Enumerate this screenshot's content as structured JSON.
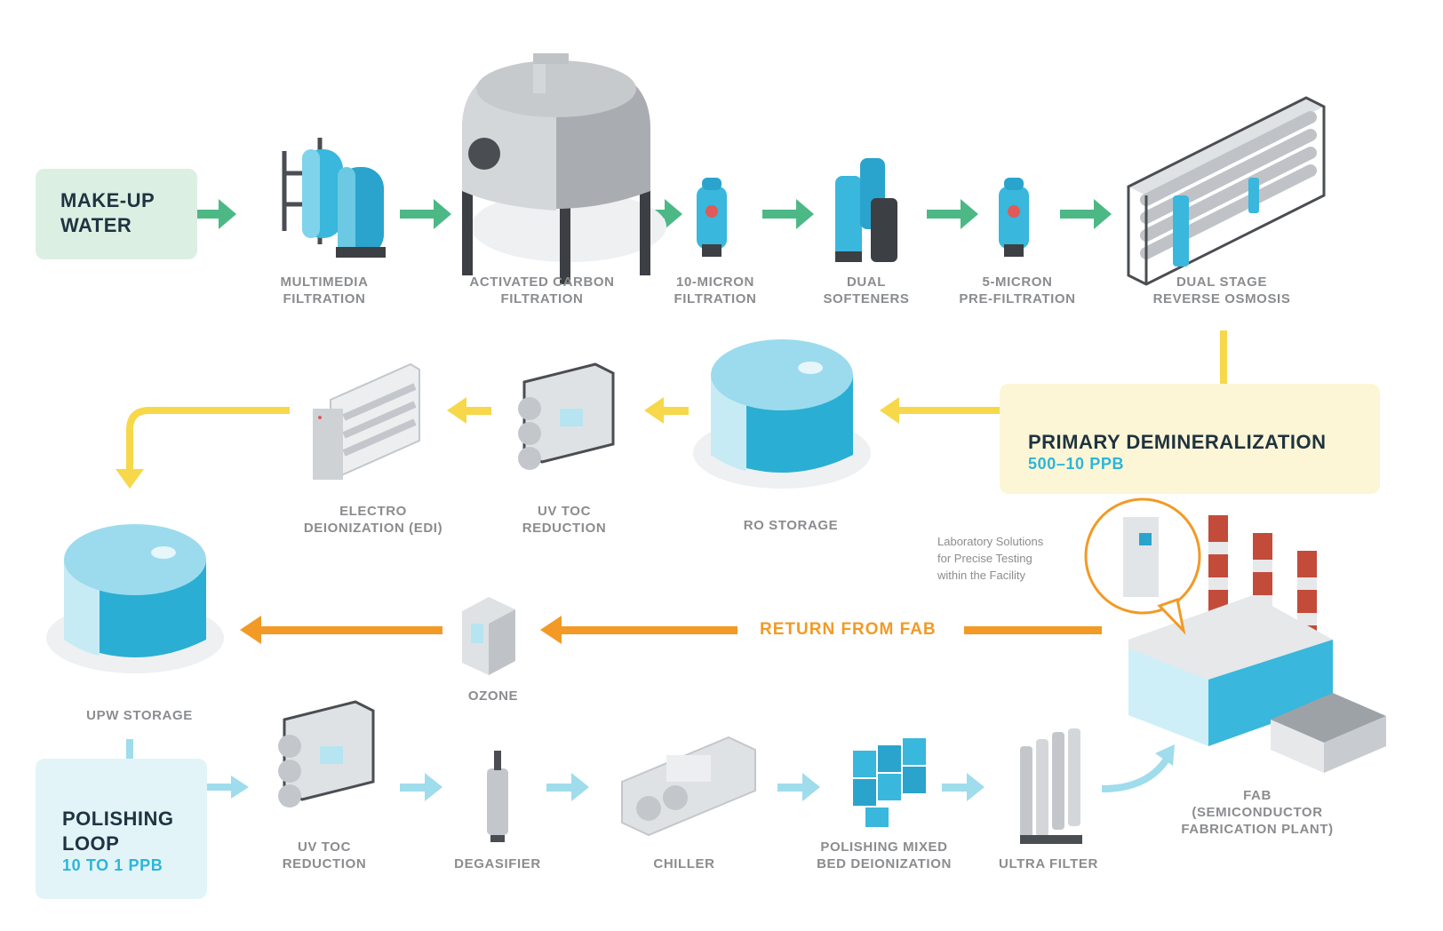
{
  "title": "",
  "colors": {
    "green_arrow": "#4cb886",
    "yellow_arrow": "#f6d84a",
    "orange_arrow": "#f29a25",
    "light_blue_arrow": "#9fdcec",
    "equipment_blue": "#39b7dc",
    "equipment_grey": "#b8bcc0",
    "makeup_panel": "#dcefe3",
    "primary_panel": "#fdf6d6",
    "polishing_panel": "#e3f4f8"
  },
  "panels": {
    "makeup": {
      "line1": "MAKE-UP",
      "line2": "WATER"
    },
    "primary": {
      "title": "PRIMARY DEMINERALIZATION",
      "sub": "500–10 PPB"
    },
    "polishing": {
      "line1": "POLISHING",
      "line2": "LOOP",
      "sub": "10 TO 1 PPB"
    }
  },
  "stages": {
    "multimedia": {
      "l1": "MULTIMEDIA",
      "l2": "FILTRATION",
      "icon": "multimedia-filter-icon"
    },
    "carbon": {
      "l1": "ACTIVATED CARBON",
      "l2": "FILTRATION",
      "icon": "carbon-tank-icon"
    },
    "micron10": {
      "l1": "10-MICRON",
      "l2": "FILTRATION",
      "icon": "cartridge-filter-icon"
    },
    "softeners": {
      "l1": "DUAL",
      "l2": "SOFTENERS",
      "icon": "softener-icon"
    },
    "micron5": {
      "l1": "5-MICRON",
      "l2": "PRE-FILTRATION",
      "icon": "cartridge-filter-icon"
    },
    "ro": {
      "l1": "DUAL STAGE",
      "l2": "REVERSE OSMOSIS",
      "icon": "reverse-osmosis-icon"
    },
    "ro_storage": {
      "l1": "RO STORAGE",
      "icon": "storage-tank-icon"
    },
    "uvtoc1": {
      "l1": "UV TOC",
      "l2": "REDUCTION",
      "icon": "uv-unit-icon"
    },
    "edi": {
      "l1": "ELECTRO",
      "l2": "DEIONIZATION (EDI)",
      "icon": "edi-rack-icon"
    },
    "upw_storage": {
      "l1": "UPW STORAGE",
      "icon": "storage-tank-icon"
    },
    "ozone": {
      "l1": "OZONE",
      "icon": "ozone-cabinet-icon"
    },
    "uvtoc2": {
      "l1": "UV TOC",
      "l2": "REDUCTION",
      "icon": "uv-unit-icon"
    },
    "degasifier": {
      "l1": "DEGASIFIER",
      "icon": "degasifier-icon"
    },
    "chiller": {
      "l1": "CHILLER",
      "icon": "chiller-icon"
    },
    "mixedbed": {
      "l1": "POLISHING MIXED",
      "l2": "BED DEIONIZATION",
      "icon": "mixed-bed-icon"
    },
    "ultrafilter": {
      "l1": "ULTRA FILTER",
      "icon": "ultra-filter-icon"
    },
    "fab": {
      "l1": "FAB",
      "l2": "(SEMICONDUCTOR",
      "l3": "FABRICATION PLANT)",
      "icon": "fab-plant-icon"
    }
  },
  "return_label": "RETURN FROM FAB",
  "lab_note": {
    "l1": "Laboratory Solutions",
    "l2": "for Precise Testing",
    "l3": "within the Facility",
    "icon": "lab-analyzer-icon"
  }
}
